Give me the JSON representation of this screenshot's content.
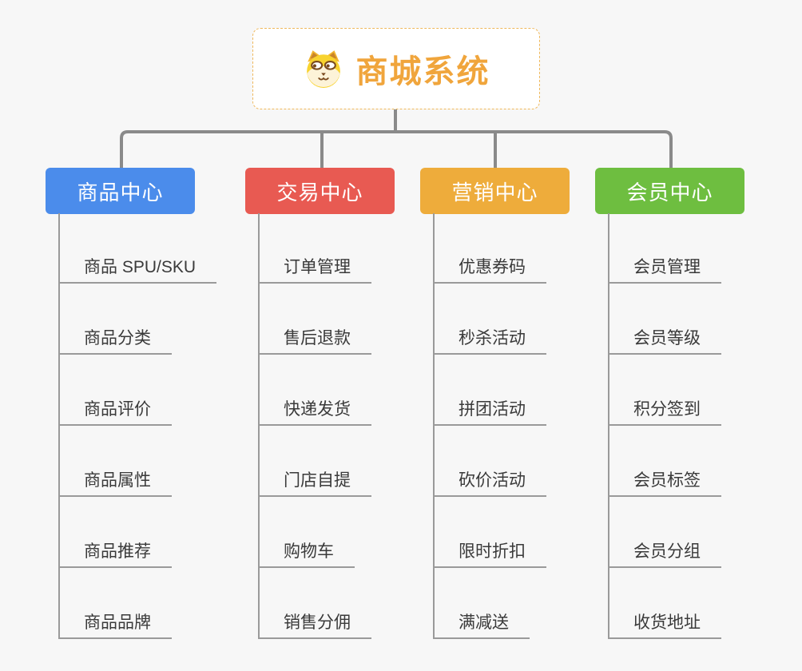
{
  "root": {
    "title": "商城系统",
    "icon": "shiba-dog-face",
    "accent_color": "#f0a53c",
    "border_color": "#efb85c"
  },
  "colors": {
    "background": "#f7f7f7",
    "connector_line": "#8a8a8a",
    "leaf_line": "#9a9a9a",
    "leaf_text": "#3a3a3a"
  },
  "branches": [
    {
      "label": "商品中心",
      "color": "#4b8ceb",
      "children": [
        "商品 SPU/SKU",
        "商品分类",
        "商品评价",
        "商品属性",
        "商品推荐",
        "商品品牌"
      ]
    },
    {
      "label": "交易中心",
      "color": "#e85a52",
      "children": [
        "订单管理",
        "售后退款",
        "快递发货",
        "门店自提",
        "购物车",
        "销售分佣"
      ]
    },
    {
      "label": "营销中心",
      "color": "#eeac3b",
      "children": [
        "优惠券码",
        "秒杀活动",
        "拼团活动",
        "砍价活动",
        "限时折扣",
        "满减送"
      ]
    },
    {
      "label": "会员中心",
      "color": "#6ebe40",
      "children": [
        "会员管理",
        "会员等级",
        "积分签到",
        "会员标签",
        "会员分组",
        "收货地址"
      ]
    }
  ]
}
